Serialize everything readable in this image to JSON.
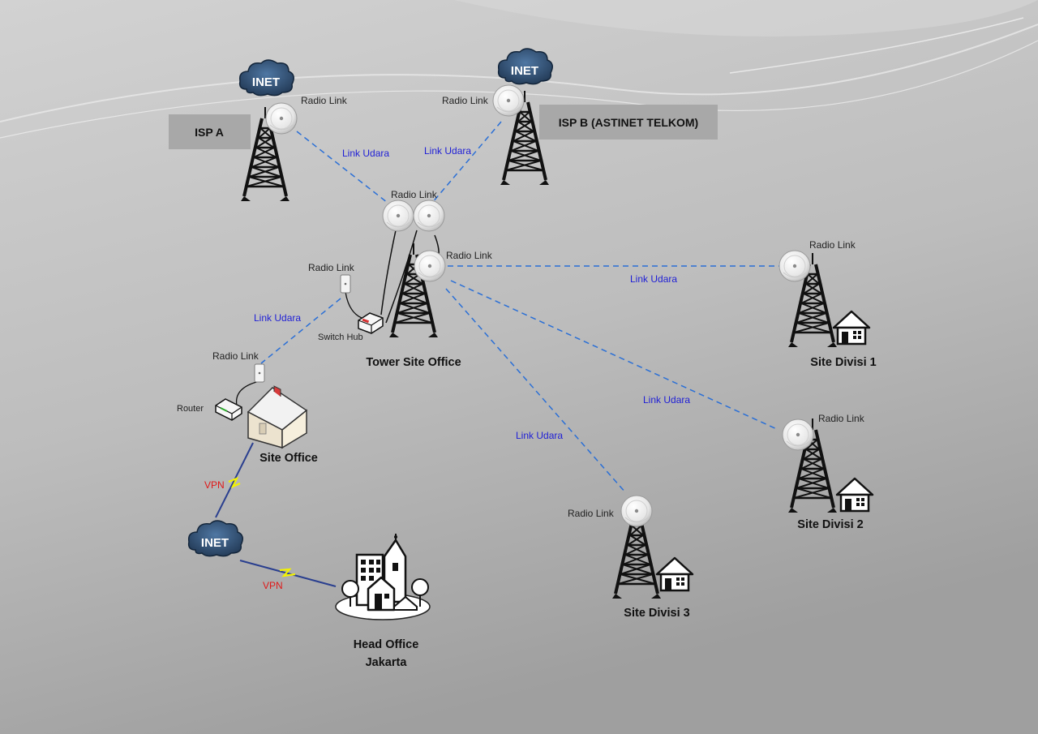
{
  "isp": {
    "a_label": "ISP A",
    "b_label": "ISP B (ASTINET TELKOM)"
  },
  "inet_label": "INET",
  "radio_link_label": "Radio Link",
  "link_udara_label": "Link Udara",
  "vpn_label": "VPN",
  "devices": {
    "switch_hub": "Switch Hub",
    "router": "Router"
  },
  "sites": {
    "tower_site_office": "Tower Site Office",
    "site_office": "Site Office",
    "site_divisi_1": "Site Divisi 1",
    "site_divisi_2": "Site Divisi 2",
    "site_divisi_3": "Site Divisi 3",
    "head_office_line1": "Head Office",
    "head_office_line2": "Jakarta"
  },
  "colors": {
    "link_line": "#2a6fd6",
    "link_text": "#1f1fd6",
    "vpn_text": "#e01818",
    "cloud": "#2c4a6b",
    "isp_box": "#a8a8a8"
  }
}
